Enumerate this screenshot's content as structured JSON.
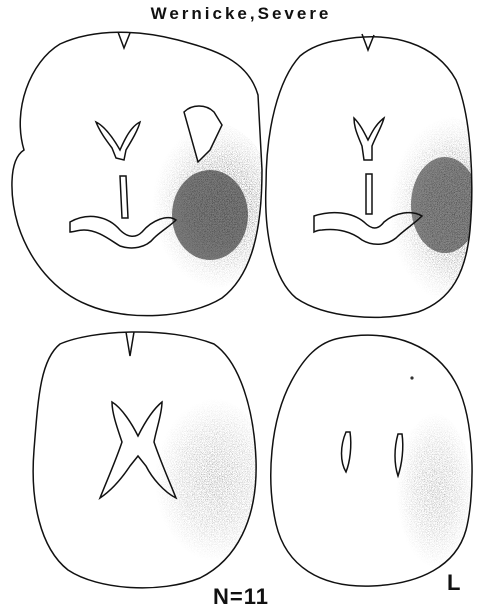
{
  "title": "Wernicke,Severe",
  "side_label": "L",
  "count_label": "N=11",
  "colors": {
    "outline": "#111111",
    "lesion": "#000000",
    "background": "#ffffff"
  },
  "slices": [
    {
      "name": "slice-1",
      "lesion_intensity": 0.95
    },
    {
      "name": "slice-2",
      "lesion_intensity": 0.95
    },
    {
      "name": "slice-3",
      "lesion_intensity": 0.8
    },
    {
      "name": "slice-4",
      "lesion_intensity": 0.75
    }
  ]
}
